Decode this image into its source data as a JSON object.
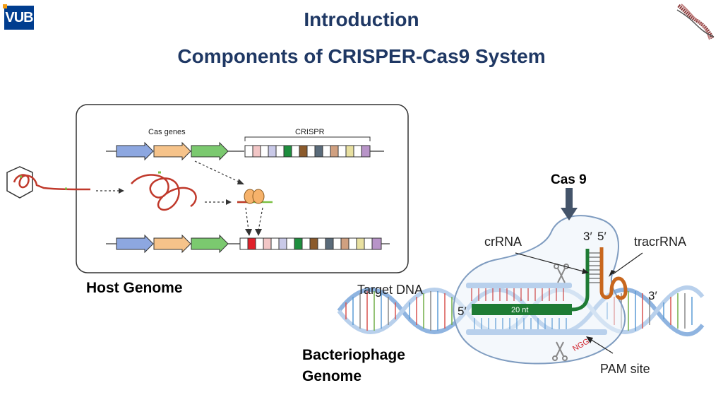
{
  "logo": {
    "text": "VUB"
  },
  "title": "Introduction",
  "subtitle": "Components of CRISPER-Cas9 System",
  "left_diagram": {
    "cas_genes_label": "Cas genes",
    "crispr_label": "CRISPR",
    "host_genome_label": "Host Genome"
  },
  "right_diagram": {
    "cas9_label": "Cas 9",
    "crrna_label": "crRNA",
    "tracrrna_label": "tracrRNA",
    "three_prime_top": "3′",
    "five_prime_top": "5′",
    "three_prime_right": "3′",
    "five_prime_left": "5′",
    "target_dna_label": "Target DNA",
    "spacer_label": "20 nt",
    "pam_seq": "NGG",
    "pam_label": "PAM site",
    "bacteriophage_line1": "Bacteriophage",
    "bacteriophage_line2": "Genome"
  }
}
